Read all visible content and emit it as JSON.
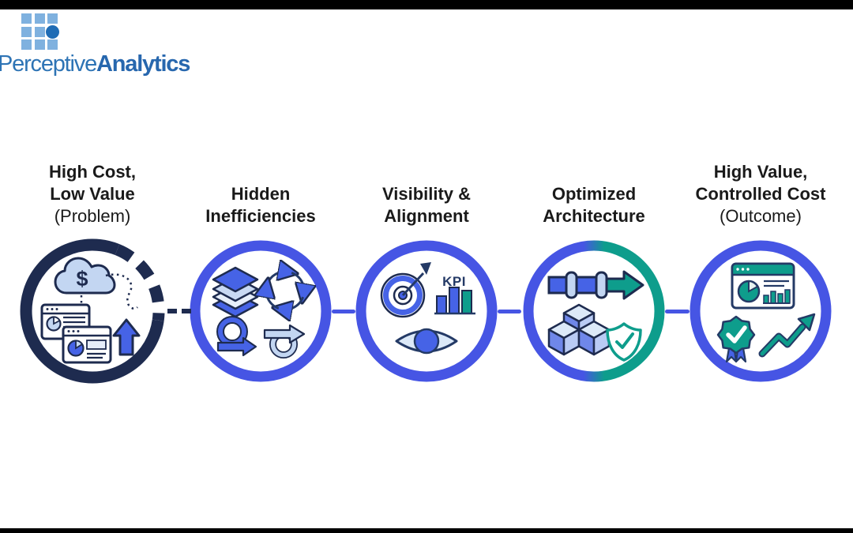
{
  "brand": {
    "name_regular": "Perceptive",
    "name_bold": "Analytics"
  },
  "colors": {
    "navy": "#1E2B4F",
    "blue": "#4655E4",
    "icon_blue": "#4663E6",
    "teal": "#0E9D8C",
    "light_blue": "#C3D6F2",
    "label_text": "#1A1A1A",
    "logo_light_blue": "#7FB1DF",
    "logo_dark_blue": "#1F6CB5",
    "logo_text_blue": "#2E74B5"
  },
  "steps": [
    {
      "name": "problem",
      "line1": "High Cost,",
      "line2": "Low Value",
      "line3": "(Problem)",
      "ring": "dashed-navy",
      "icons": [
        "cloud-dollar",
        "report-windows",
        "up-arrow"
      ],
      "icon_text": {
        "dollar": "$"
      }
    },
    {
      "name": "hidden-inefficiencies",
      "line1": "Hidden",
      "line2": "Inefficiencies",
      "line3": "",
      "ring": "solid-blue",
      "icons": [
        "layers",
        "cycle-arrows",
        "sprint-loop",
        "sprint-loop-light"
      ]
    },
    {
      "name": "visibility-alignment",
      "line1": "Visibility &",
      "line2": "Alignment",
      "line3": "",
      "ring": "solid-blue",
      "icons": [
        "target-dart",
        "kpi-bar-chart",
        "eye"
      ],
      "icon_text": {
        "kpi": "KPI"
      }
    },
    {
      "name": "optimized-architecture",
      "line1": "Optimized",
      "line2": "Architecture",
      "line3": "",
      "ring": "gradient-blue-teal",
      "icons": [
        "pipeline-arrow",
        "cubes",
        "shield-check"
      ]
    },
    {
      "name": "outcome",
      "line1": "High Value,",
      "line2": "Controlled Cost",
      "line3": "(Outcome)",
      "ring": "solid-blue",
      "icons": [
        "dashboard",
        "award-badge",
        "growth-arrow"
      ]
    }
  ],
  "connectors": [
    {
      "from": "problem",
      "to": "hidden-inefficiencies",
      "style": "dashed"
    },
    {
      "from": "hidden-inefficiencies",
      "to": "visibility-alignment",
      "style": "solid"
    },
    {
      "from": "visibility-alignment",
      "to": "optimized-architecture",
      "style": "solid"
    },
    {
      "from": "optimized-architecture",
      "to": "outcome",
      "style": "solid"
    }
  ]
}
